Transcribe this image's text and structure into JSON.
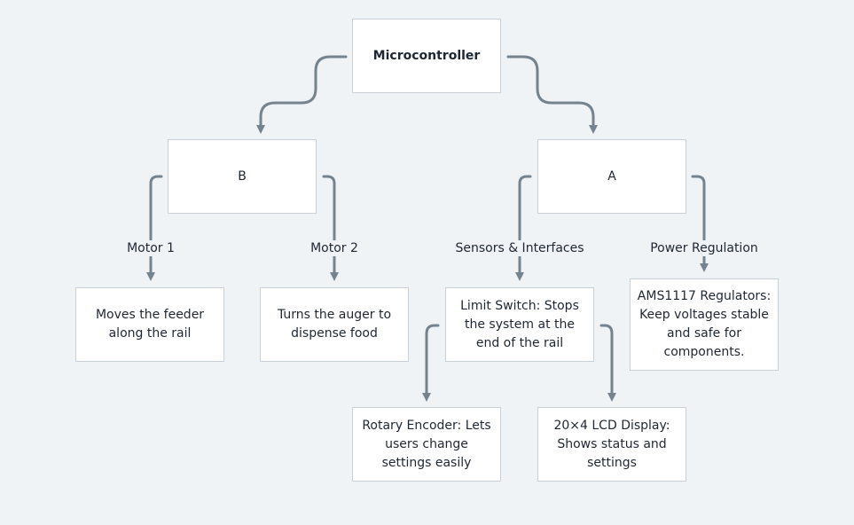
{
  "nodes": {
    "root": "Microcontroller",
    "b": "B",
    "a": "A",
    "motor1_desc": "Moves the feeder along the rail",
    "motor2_desc": "Turns the auger to dispense food",
    "limit_switch": "Limit Switch: Stops the system at the end of the rail",
    "ams1117": "AMS1117 Regulators: Keep voltages stable and safe for components.",
    "rotary_encoder": "Rotary Encoder: Lets users change settings easily",
    "lcd_display": "20×4 LCD Display: Shows status and settings"
  },
  "edge_labels": {
    "motor1": "Motor 1",
    "motor2": "Motor 2",
    "sensors": "Sensors & Interfaces",
    "power": "Power Regulation"
  },
  "colors": {
    "connector": "#75838f",
    "node_border": "#c9d0d8",
    "background": "#f0f3f6"
  }
}
